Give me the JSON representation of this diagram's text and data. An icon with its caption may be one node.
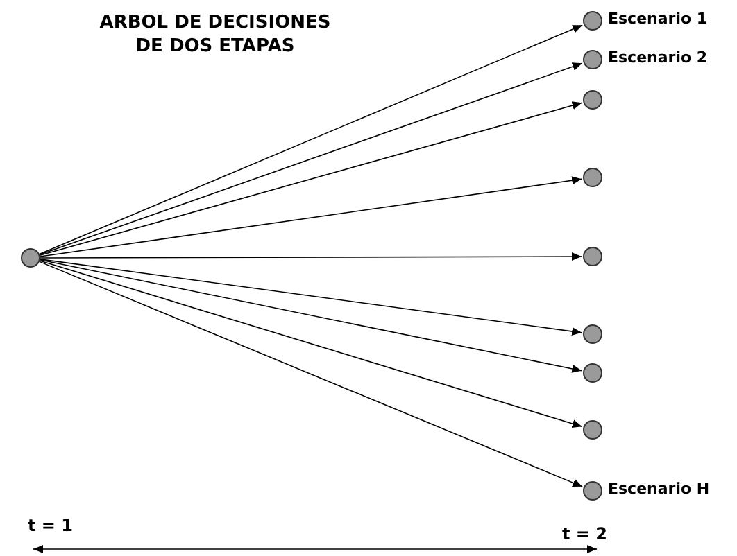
{
  "diagram": {
    "title": "ARBOL DE DECISIONES DE DOS ETAPAS",
    "nodes": [
      {
        "text": [],
        "shape": "circle"
      },
      {
        "text": [],
        "shape": "circle",
        "beside": [
          "Escenario 1"
        ]
      },
      {
        "text": [],
        "shape": "circle",
        "beside": [
          "Escenario 2"
        ]
      },
      {
        "text": [],
        "shape": "circle"
      },
      {
        "text": [],
        "shape": "circle"
      },
      {
        "text": [],
        "shape": "circle"
      },
      {
        "text": [],
        "shape": "circle"
      },
      {
        "text": [],
        "shape": "circle"
      },
      {
        "text": [],
        "shape": "circle"
      },
      {
        "text": [],
        "shape": "circle",
        "beside": [
          "Escenario H"
        ]
      }
    ],
    "edges": [
      {
        "from": 0,
        "to": 1,
        "arrow": "to"
      },
      {
        "from": 0,
        "to": 2,
        "arrow": "to"
      },
      {
        "from": 0,
        "to": 3,
        "arrow": "to"
      },
      {
        "from": 0,
        "to": 4,
        "arrow": "to"
      },
      {
        "from": 0,
        "to": 5,
        "arrow": "to"
      },
      {
        "from": 0,
        "to": 6,
        "arrow": "to"
      },
      {
        "from": 0,
        "to": 7,
        "arrow": "to"
      },
      {
        "from": 0,
        "to": 8,
        "arrow": "to"
      },
      {
        "from": 0,
        "to": 9,
        "arrow": "to"
      }
    ],
    "labels": [
      "t = 1",
      "t = 2"
    ]
  }
}
